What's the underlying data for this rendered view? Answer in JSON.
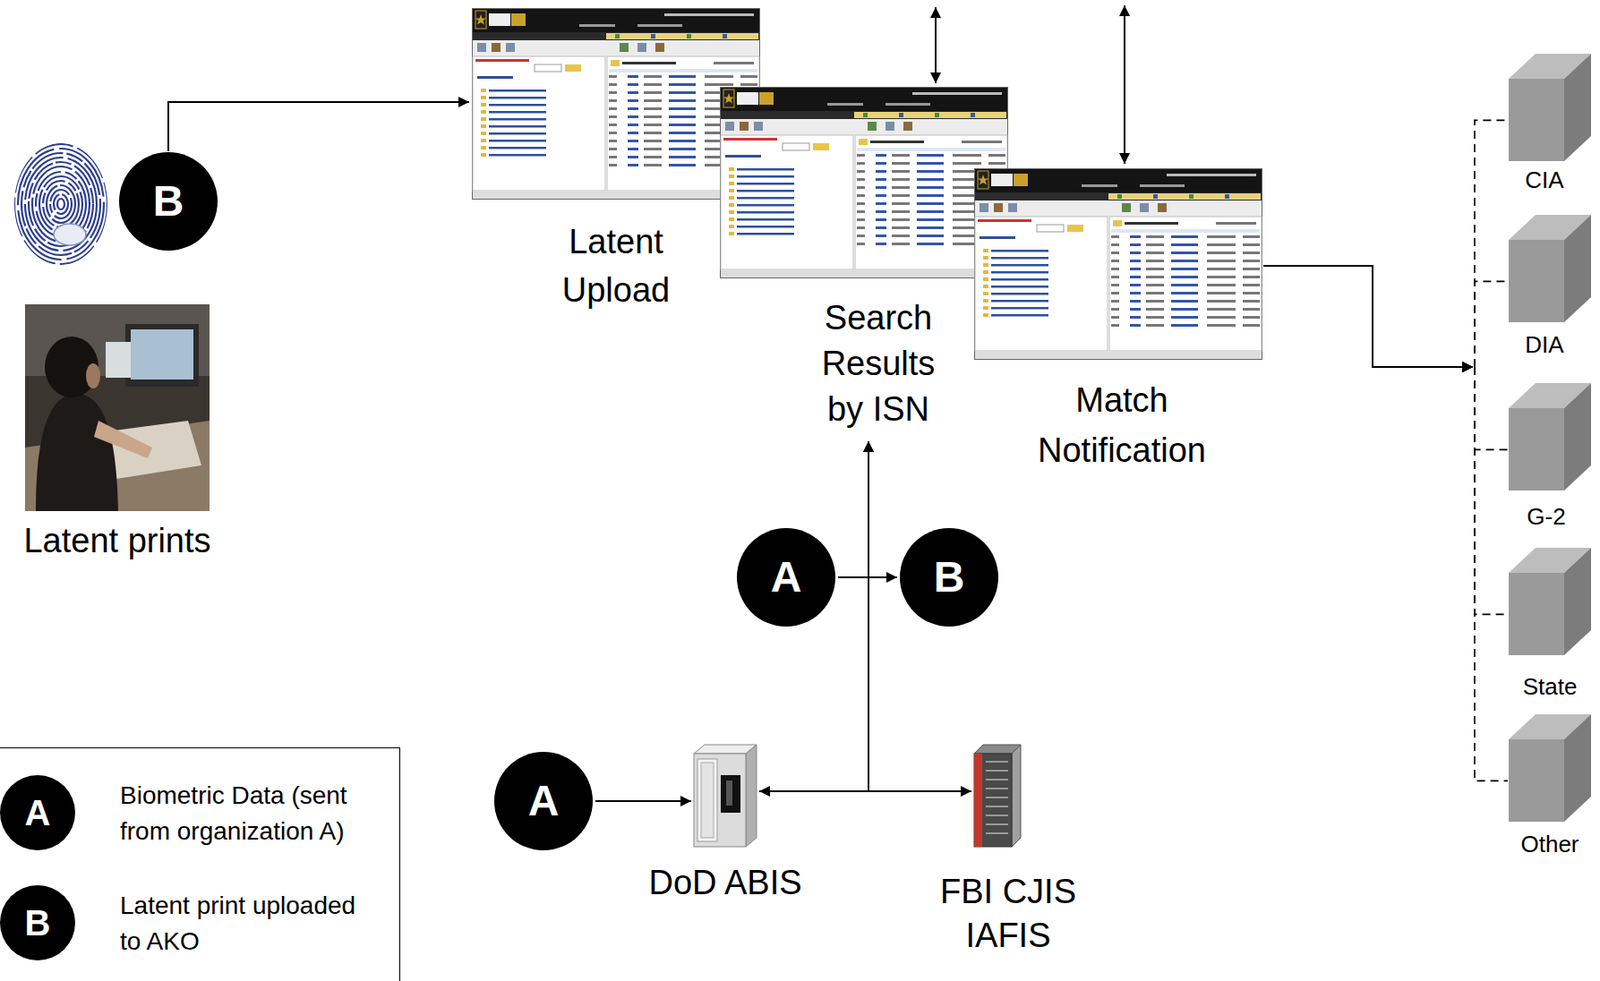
{
  "diagram": {
    "nodes": [
      {
        "text": [
          "B"
        ]
      },
      {
        "text": [
          "Latent prints"
        ]
      },
      {
        "text": [
          "Latent Upload"
        ]
      },
      {
        "text": [
          "Search Results by ISN"
        ]
      },
      {
        "text": [
          "Match Notification"
        ]
      },
      {
        "text": [
          "A"
        ]
      },
      {
        "text": [
          "B"
        ]
      },
      {
        "text": [
          "A"
        ]
      },
      {
        "text": [
          "DoD ABIS"
        ]
      },
      {
        "text": [
          "FBI CJIS IAFIS"
        ]
      },
      {
        "text": [
          "CIA"
        ]
      },
      {
        "text": [
          "DIA"
        ]
      },
      {
        "text": [
          "G-2"
        ]
      },
      {
        "text": [
          "State"
        ]
      },
      {
        "text": [
          "Other"
        ]
      }
    ],
    "edges": [
      {
        "from": 0,
        "to": 2,
        "arrow": "to"
      },
      {
        "from": 5,
        "to": 6,
        "arrow": "to"
      },
      {
        "from": 7,
        "to": 8,
        "arrow": "to"
      },
      {
        "from": 8,
        "to": 9,
        "arrow": "both"
      },
      {
        "from": 8,
        "to": 3,
        "arrow": "to"
      },
      {
        "from": 9,
        "to": 3,
        "arrow": "to"
      },
      {
        "from": 4,
        "to": 10,
        "arrow": "to"
      },
      {
        "from": 4,
        "to": 11,
        "arrow": "to"
      },
      {
        "from": 4,
        "to": 12,
        "arrow": "to"
      },
      {
        "from": 4,
        "to": 13,
        "arrow": "to"
      },
      {
        "from": 4,
        "to": 14,
        "arrow": "to"
      }
    ],
    "labels": [
      "A",
      "B"
    ],
    "legend": [
      {
        "text": "Biometric Data (sent from organization A)"
      },
      {
        "text": "Latent print uploaded to AKO"
      }
    ]
  }
}
